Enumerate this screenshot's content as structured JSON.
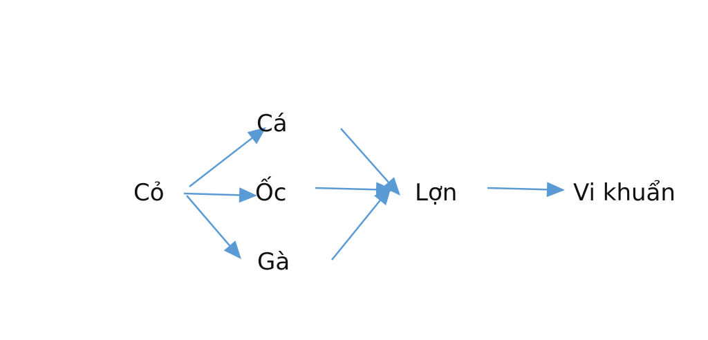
{
  "nodes": {
    "co": "Cỏ",
    "ca": "Cá",
    "oc": "Ốc",
    "ga": "Gà",
    "lon": "Lợn",
    "vi_khuan": "Vi khuẩn"
  },
  "colors": {
    "arrow": "#5b9bd5",
    "text": "#111111",
    "background": "#ffffff"
  }
}
